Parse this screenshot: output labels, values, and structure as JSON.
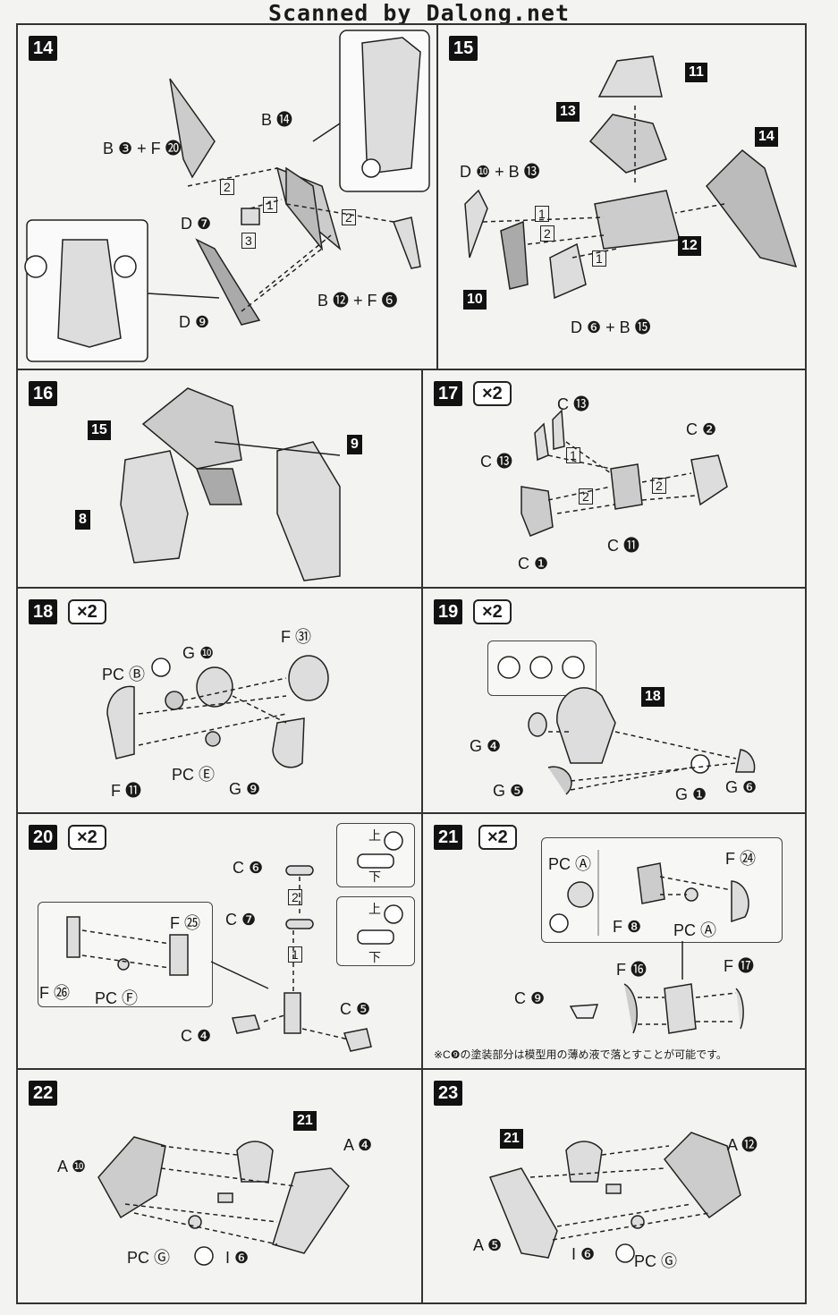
{
  "header": {
    "title": "Scanned by Dalong.net"
  },
  "steps": {
    "s14": {
      "num": "14",
      "labels": {
        "b3f20": "B ❸ + F ⓴",
        "b14": "B ⓮",
        "d7": "D ❼",
        "d9": "D ❾",
        "b12f6": "B ⓬ + F ❻"
      },
      "seq": {
        "a": "2",
        "b": "1",
        "c": "3",
        "d": "2"
      }
    },
    "s15": {
      "num": "15",
      "labels": {
        "d10b13": "D ❿ + B ⓭",
        "d6b15": "D ❻ + B ⓯"
      },
      "blocks": {
        "p11": "11",
        "p13": "13",
        "p14": "14",
        "p12": "12",
        "p10": "10"
      },
      "seq": {
        "a": "1",
        "b": "2",
        "c": "1"
      }
    },
    "s16": {
      "num": "16",
      "blocks": {
        "p15": "15",
        "p9": "9",
        "p8": "8"
      }
    },
    "s17": {
      "num": "17",
      "mult": "×2",
      "labels": {
        "c13a": "C ⓭",
        "c13b": "C ⓭",
        "c2": "C ❷",
        "c11": "C ⓫",
        "c1": "C ❶"
      },
      "seq": {
        "a": "1",
        "b": "2",
        "c": "2"
      }
    },
    "s18": {
      "num": "18",
      "mult": "×2",
      "labels": {
        "pcb": "PC Ⓑ",
        "g10": "G ❿",
        "f31": "F ㉛",
        "f11": "F ⓫",
        "pce": "PC Ⓔ",
        "g9": "G ❾"
      }
    },
    "s19": {
      "num": "19",
      "mult": "×2",
      "labels": {
        "g4": "G ❹",
        "g5": "G ❺",
        "g1": "G ❶",
        "g6": "G ❻"
      },
      "blocks": {
        "p18": "18"
      }
    },
    "s20": {
      "num": "20",
      "mult": "×2",
      "labels": {
        "c6": "C ❻",
        "c7": "C ❼",
        "c4": "C ❹",
        "c5": "C ❺",
        "f25": "F ㉕",
        "f26": "F ㉖",
        "pcf": "PC Ⓕ"
      },
      "seq": {
        "a": "2",
        "b": "1"
      },
      "dir": {
        "up": "上",
        "down": "下"
      }
    },
    "s21": {
      "num": "21",
      "mult": "×2",
      "labels": {
        "pca1": "PC Ⓐ",
        "f24": "F ㉔",
        "f8": "F ❽",
        "pca2": "PC Ⓐ",
        "f16": "F ⓰",
        "f17": "F ⓱",
        "c9": "C ❾"
      },
      "note": "※C❾の塗装部分は模型用の薄め液で落とすことが可能です。"
    },
    "s22": {
      "num": "22",
      "labels": {
        "a10": "A ❿",
        "a4": "A ❹",
        "pcg": "PC Ⓖ",
        "i6": "I ❻"
      },
      "blocks": {
        "p21": "21"
      }
    },
    "s23": {
      "num": "23",
      "labels": {
        "a12": "A ⓬",
        "a5": "A ❺",
        "i6": "I ❻",
        "pcg": "PC Ⓖ"
      },
      "blocks": {
        "p21": "21"
      }
    }
  },
  "icons": [
    "exclamation-icon",
    "rotate-arrow-icon"
  ]
}
